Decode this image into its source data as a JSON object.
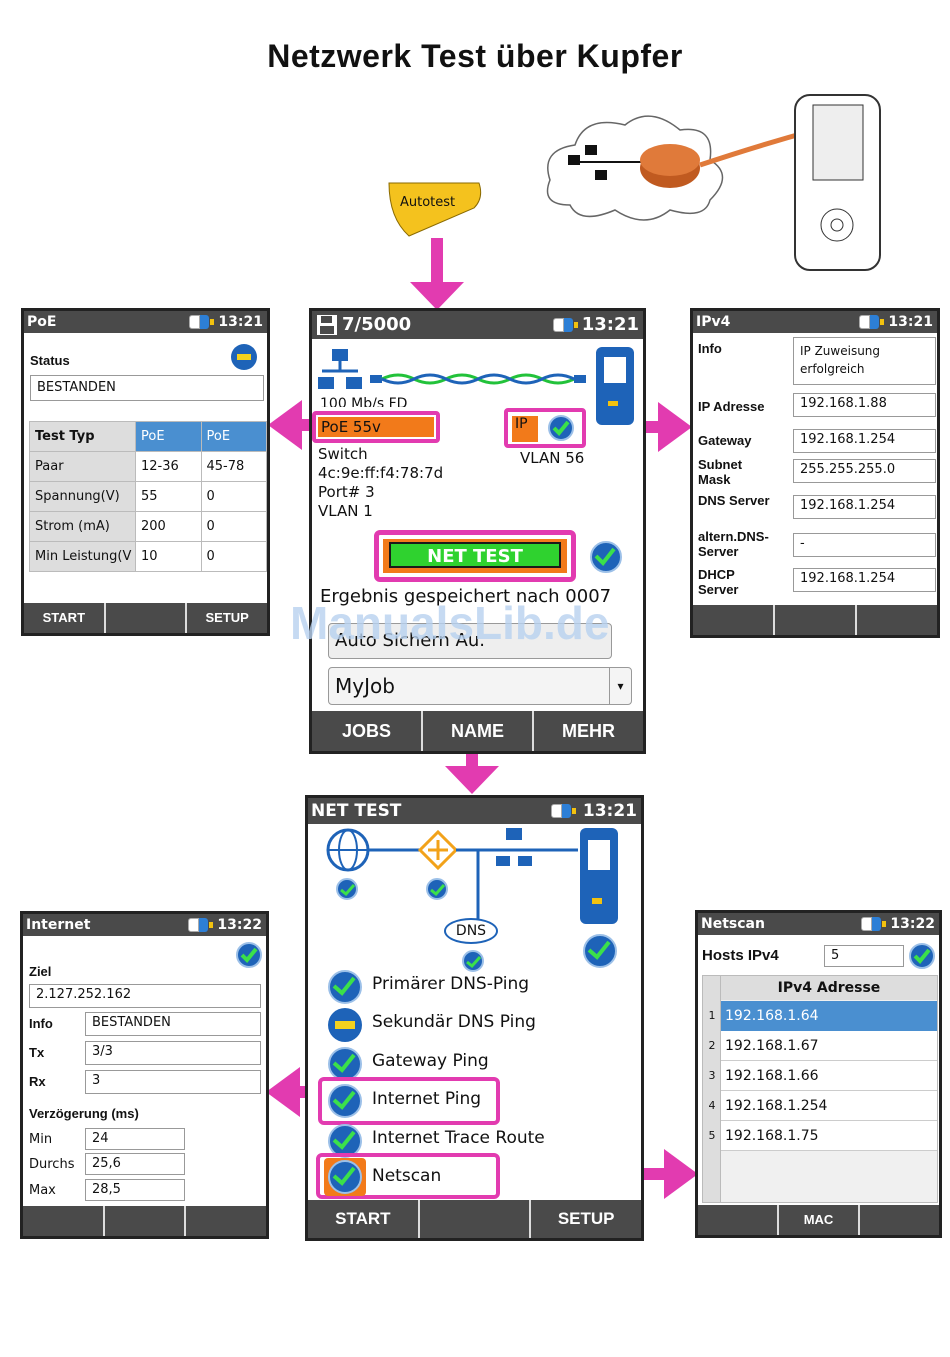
{
  "title": "Netzwerk Test über Kupfer",
  "autotest": "Autotest",
  "watermark": "ManualsLib.de",
  "poe": {
    "header": "PoE",
    "time": "13:21",
    "status_label": "Status",
    "status_value": "BESTANDEN",
    "table": {
      "head": [
        "Test Typ",
        "PoE",
        "PoE"
      ],
      "rows": [
        [
          "Paar",
          "12-36",
          "45-78"
        ],
        [
          "Spannung(V)",
          "55",
          "0"
        ],
        [
          "Strom (mA)",
          "200",
          "0"
        ],
        [
          "Min Leistung(V",
          "10",
          "0"
        ]
      ]
    },
    "footer": [
      "START",
      "",
      "SETUP"
    ]
  },
  "main": {
    "counter": "7/5000",
    "time": "13:21",
    "link": "100 Mb/s FD",
    "poe_badge": "PoE 55v",
    "ip_badge": "IP",
    "switch_lines": [
      "Switch",
      "4c:9e:ff:f4:78:7d",
      "Port# 3",
      "VLAN 1"
    ],
    "vlan_right": "VLAN 56",
    "net_test": "NET TEST",
    "result": "Ergebnis gespeichert nach 0007",
    "auto_save": "Auto Sichern Au.",
    "job": "MyJob",
    "footer": [
      "JOBS",
      "NAME",
      "MEHR"
    ]
  },
  "ipv4": {
    "header": "IPv4",
    "time": "13:21",
    "rows": [
      {
        "label": "Info",
        "value": "IP Zuweisung erfolgreich"
      },
      {
        "label": "IP Adresse",
        "value": "192.168.1.88"
      },
      {
        "label": "Gateway",
        "value": "192.168.1.254"
      },
      {
        "label": "Subnet Mask",
        "value": "255.255.255.0"
      },
      {
        "label": "DNS Server",
        "value": "192.168.1.254"
      },
      {
        "label": "altern.DNS-Server",
        "value": "-"
      },
      {
        "label": "DHCP Server",
        "value": "192.168.1.254"
      }
    ],
    "footer": [
      "",
      "",
      ""
    ]
  },
  "nettest": {
    "header": "NET TEST",
    "time": "13:21",
    "dns": "DNS",
    "items": [
      "Primärer DNS-Ping",
      "Sekundär DNS Ping",
      "Gateway Ping",
      "Internet Ping",
      "Internet Trace Route",
      "Netscan"
    ],
    "footer": [
      "START",
      "",
      "SETUP"
    ]
  },
  "internet": {
    "header": "Internet",
    "time": "13:22",
    "ziel_label": "Ziel",
    "ziel": "2.127.252.162",
    "info_label": "Info",
    "info": "BESTANDEN",
    "tx_label": "Tx",
    "tx": "3/3",
    "rx_label": "Rx",
    "rx": "3",
    "delay_label": "Verzögerung (ms)",
    "min_label": "Min",
    "min": "24",
    "avg_label": "Durchs",
    "avg": "25,6",
    "max_label": "Max",
    "max": "28,5",
    "footer": [
      "",
      "",
      ""
    ]
  },
  "netscan": {
    "header": "Netscan",
    "time": "13:22",
    "hosts_label": "Hosts IPv4",
    "hosts": "5",
    "col": "IPv4 Adresse",
    "rows": [
      "192.168.1.64",
      "192.168.1.67",
      "192.168.1.66",
      "192.168.1.254",
      "192.168.1.75"
    ],
    "footer": [
      "",
      "MAC",
      ""
    ]
  },
  "colors": {
    "magenta": "#e23bb0",
    "blue": "#1e63b8",
    "green": "#22c23a",
    "orange": "#f27a1a"
  }
}
